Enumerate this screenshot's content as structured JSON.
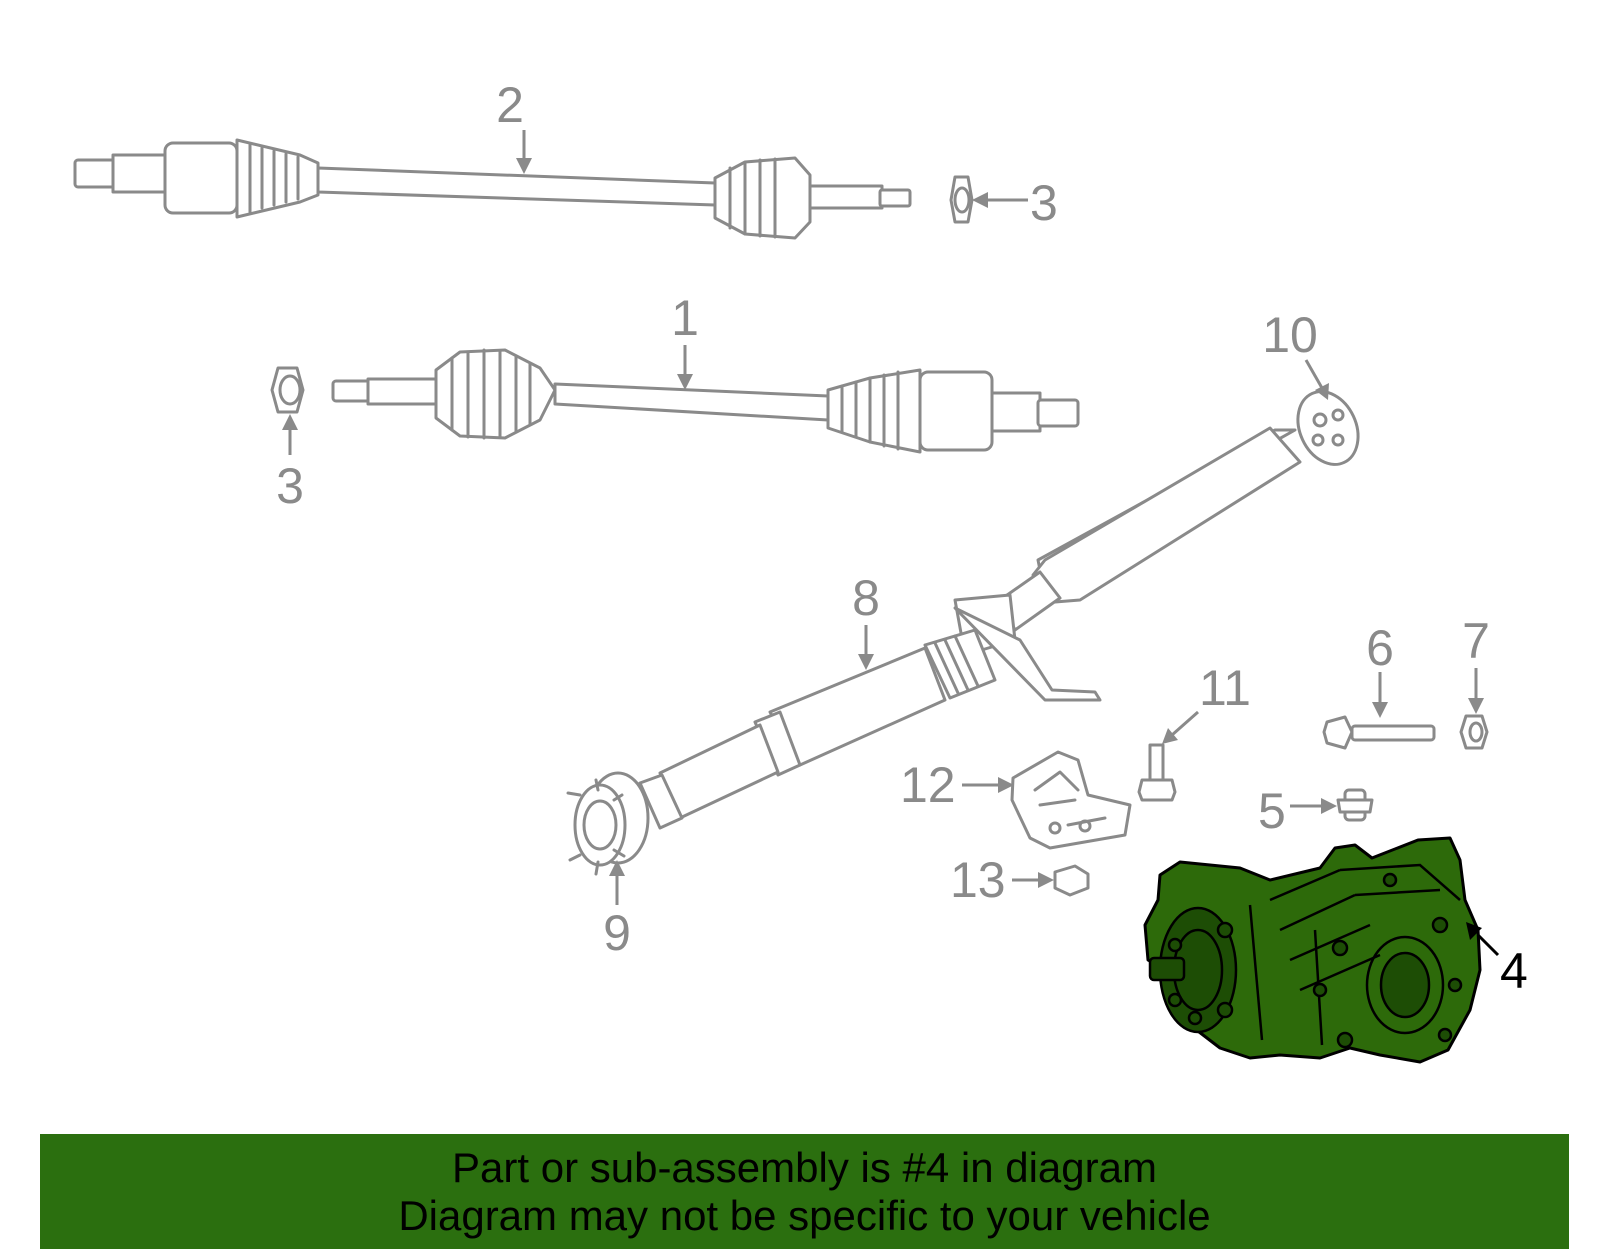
{
  "callouts": {
    "c1": "1",
    "c2": "2",
    "c3a": "3",
    "c3b": "3",
    "c4": "4",
    "c5": "5",
    "c6": "6",
    "c7": "7",
    "c8": "8",
    "c9": "9",
    "c10": "10",
    "c11": "11",
    "c12": "12",
    "c13": "13"
  },
  "highlight": {
    "part": "4",
    "color": "#2d6a0a"
  },
  "banner": {
    "line1": "Part or sub-assembly is #4 in diagram",
    "line2": "Diagram may not be specific to your vehicle",
    "background": "#2b6f0f"
  }
}
